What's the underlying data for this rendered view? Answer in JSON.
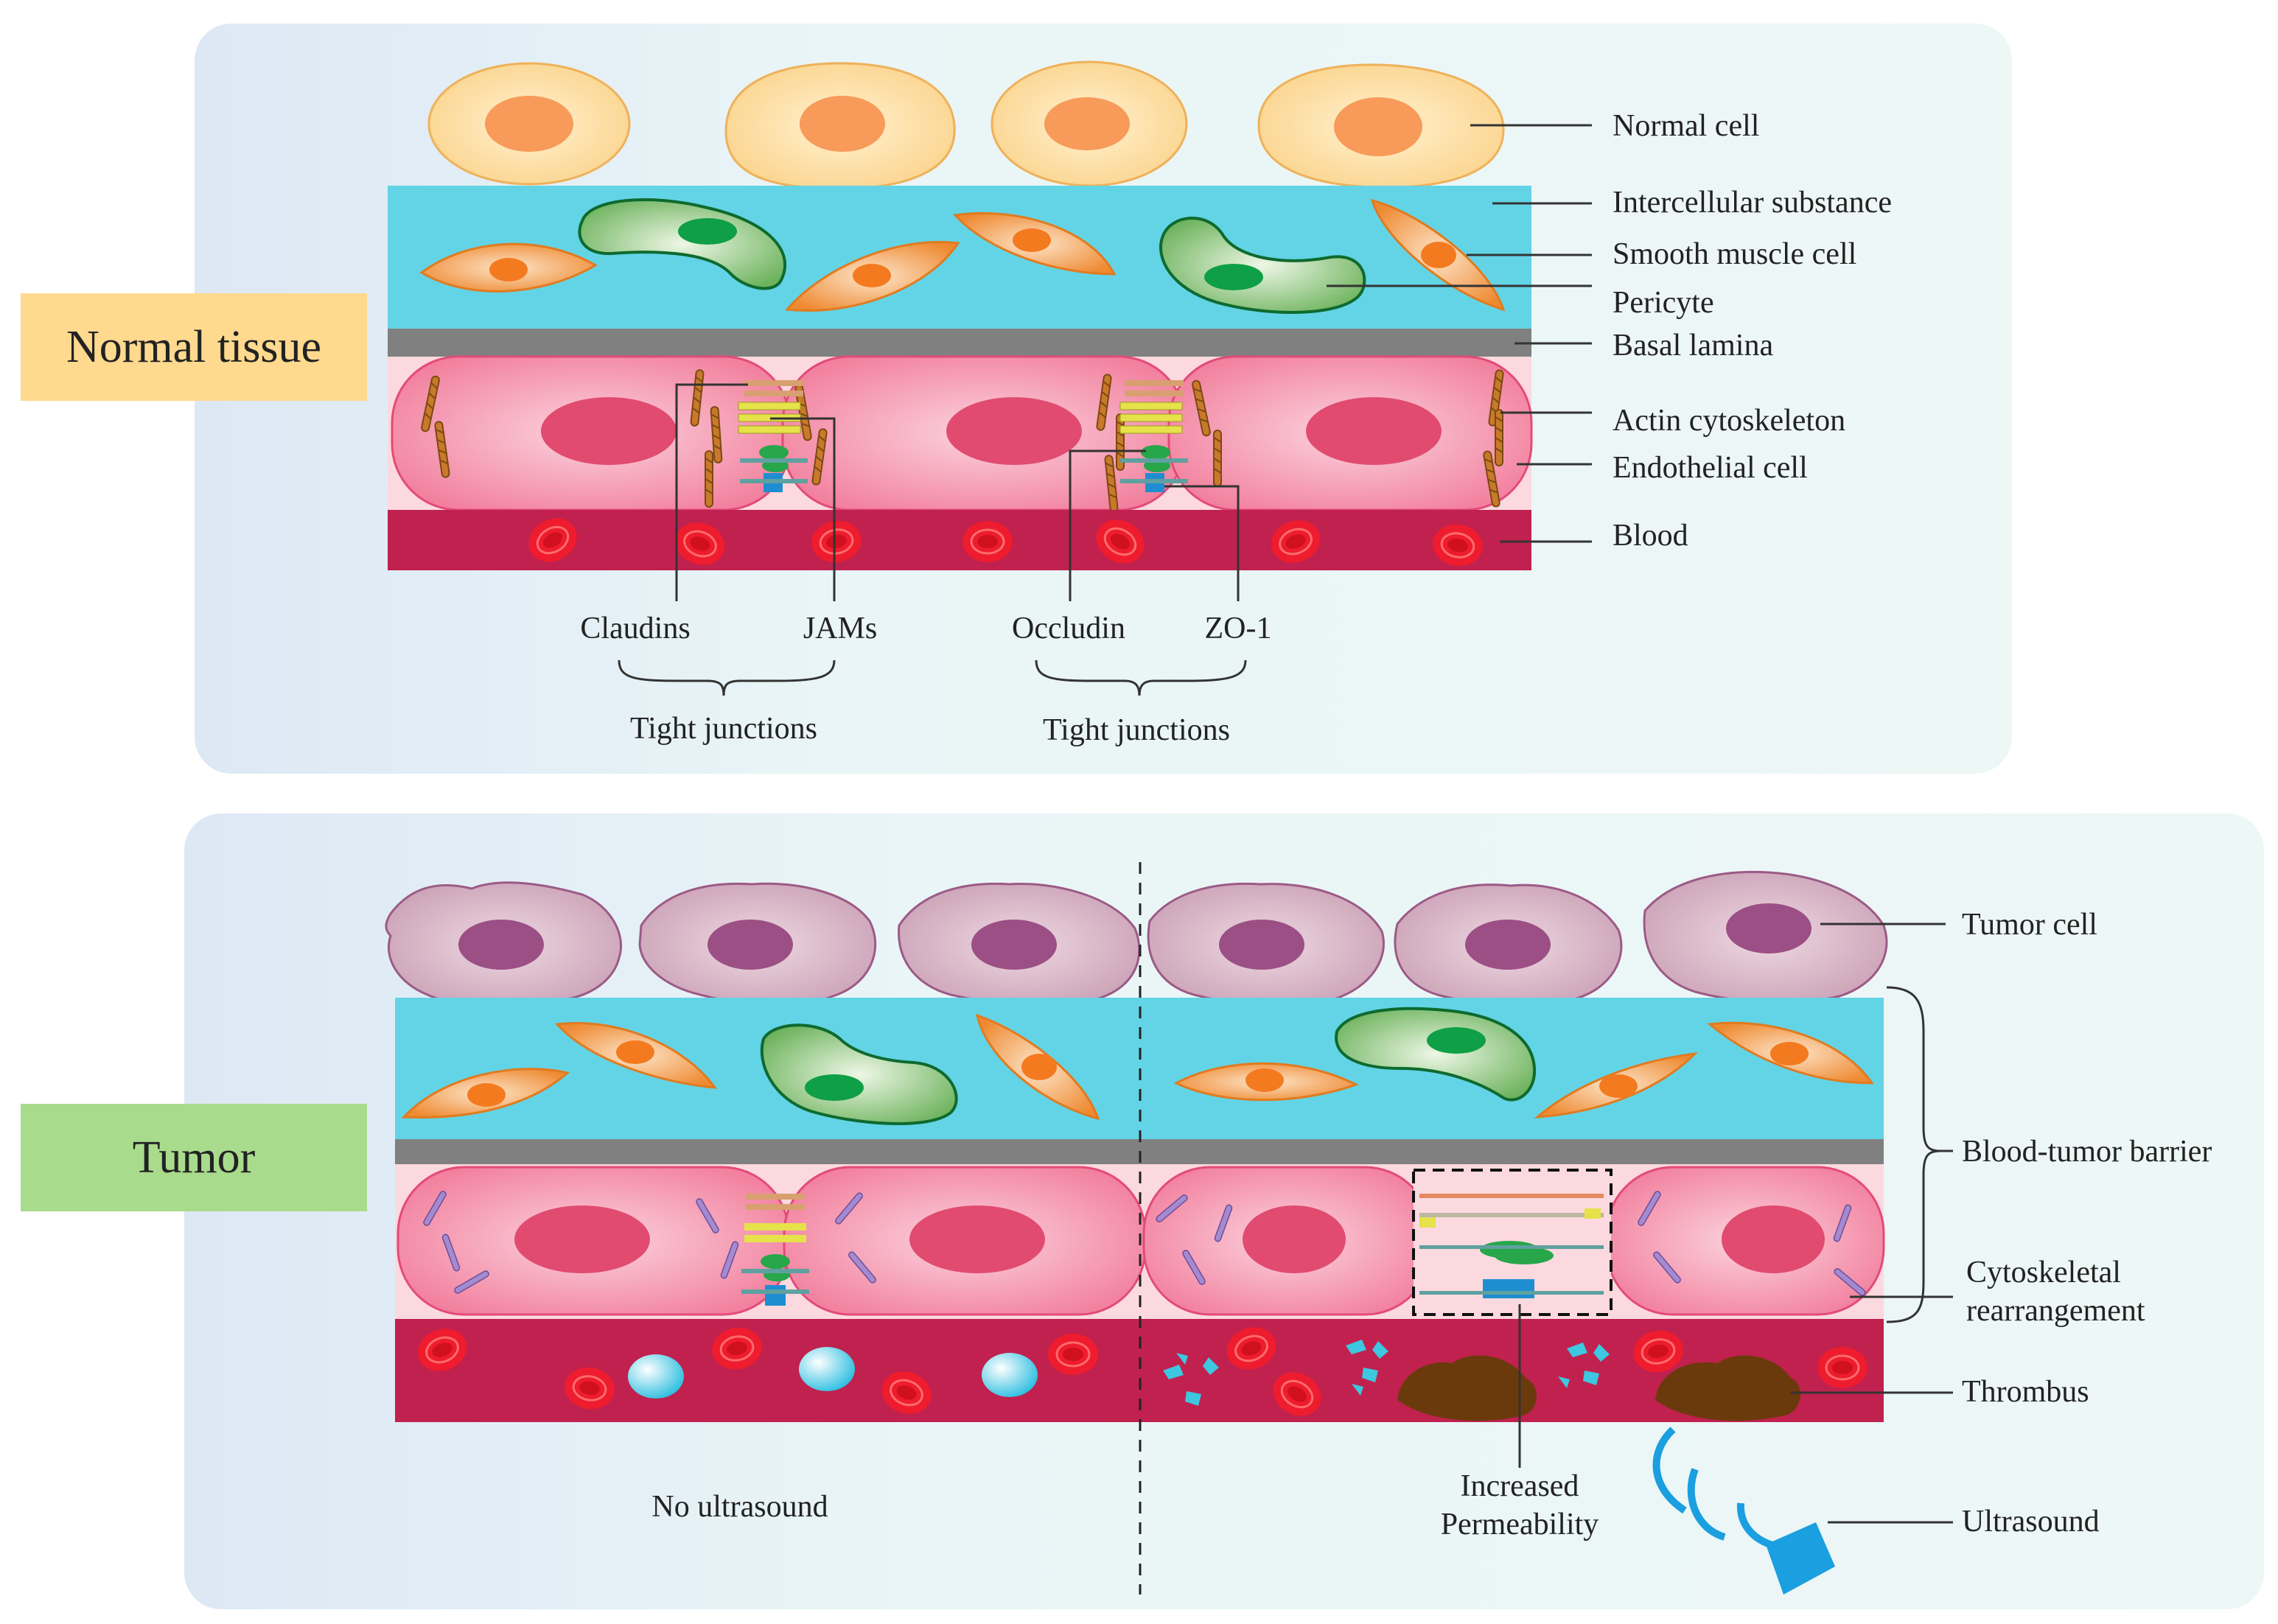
{
  "panels": {
    "normal": {
      "tag": "Normal tissue",
      "labels": {
        "normal_cell": "Normal cell",
        "intercellular_substance": "Intercellular substance",
        "smooth_muscle_cell": "Smooth muscle cell",
        "pericyte": "Pericyte",
        "basal_lamina": "Basal lamina",
        "actin_cytoskeleton": "Actin cytoskeleton",
        "endothelial_cell": "Endothelial cell",
        "blood": "Blood"
      },
      "junctions": {
        "claudins": "Claudins",
        "jams": "JAMs",
        "occludin": "Occludin",
        "zo1": "ZO-1",
        "group1": "Tight junctions",
        "group2": "Tight junctions"
      }
    },
    "tumor": {
      "tag": "Tumor",
      "labels": {
        "tumor_cell": "Tumor cell",
        "blood_tumor_barrier": "Blood-tumor barrier",
        "cytoskeletal_1": "Cytoskeletal",
        "cytoskeletal_2": "rearrangement",
        "thrombus": "Thrombus",
        "ultrasound": "Ultrasound",
        "no_ultrasound": "No ultrasound",
        "increased": "Increased",
        "permeability": "Permeability"
      }
    }
  },
  "colors": {
    "panel_bg": "#eaf5f6",
    "normal_tag": "#ffd98e",
    "tumor_tag": "#a8dc8c",
    "interstitium": "#63d4e6",
    "basal_lamina": "#808080",
    "endothelium": "#f48aa6",
    "nucleus_endo": "#e04b6f",
    "blood": "#c0214f",
    "rbc": "#ee1c2e",
    "normal_cell": "#fbd58f",
    "normal_nucleus": "#f79a5a",
    "tumor_cell": "#d3a6bb",
    "tumor_nucleus": "#9b4f84",
    "pericyte": "#7dbd6f",
    "smooth_muscle": "#f19a45",
    "thrombus": "#6b3a0c",
    "ultrasound": "#1a9fe0"
  }
}
